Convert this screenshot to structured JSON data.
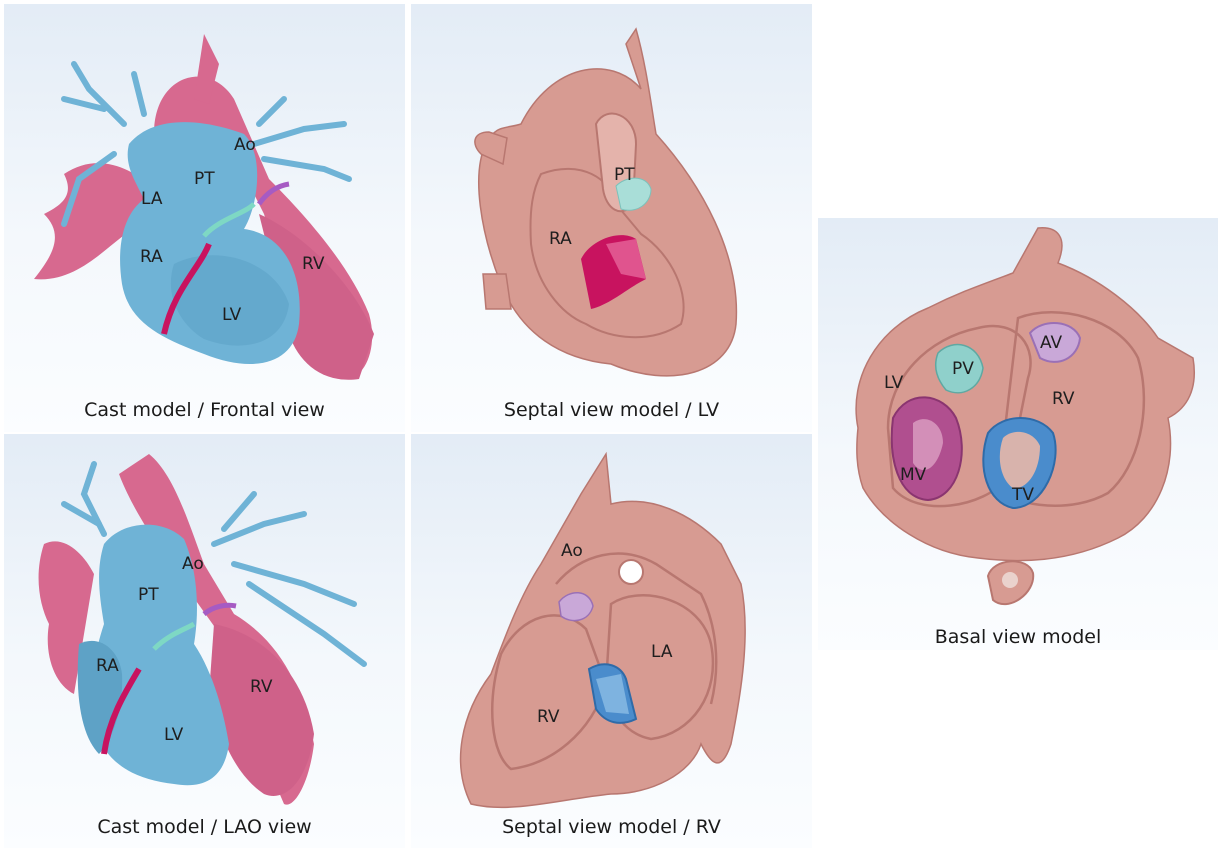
{
  "figure": {
    "panels": [
      {
        "caption": "Cast model / Frontal view",
        "labels": {
          "ao": "Ao",
          "pt": "PT",
          "la": "LA",
          "ra": "RA",
          "rv": "RV",
          "lv": "LV"
        }
      },
      {
        "caption": "Septal view model / LV",
        "labels": {
          "pt": "PT",
          "ra": "RA"
        }
      },
      {
        "caption": "Basal view model",
        "labels": {
          "av": "AV",
          "pv": "PV",
          "lv": "LV",
          "rv": "RV",
          "mv": "MV",
          "tv": "TV"
        }
      },
      {
        "caption": "Cast model / LAO view",
        "labels": {
          "ao": "Ao",
          "pt": "PT",
          "ra": "RA",
          "rv": "RV",
          "lv": "LV"
        }
      },
      {
        "caption": "Septal view model / RV",
        "labels": {
          "ao": "Ao",
          "la": "LA",
          "rv": "RV"
        }
      }
    ]
  },
  "colors": {
    "cast_blue": "#6fb3d6",
    "cast_pink": "#d7698f",
    "tissue": "#d79b92",
    "tissue_dark": "#b87770",
    "valve_cyan": "#a9ded8",
    "valve_magenta": "#c8135f",
    "valve_lavender": "#c9a8d8",
    "valve_blue": "#4a8ccc",
    "valve_purple": "#b04f8f"
  }
}
